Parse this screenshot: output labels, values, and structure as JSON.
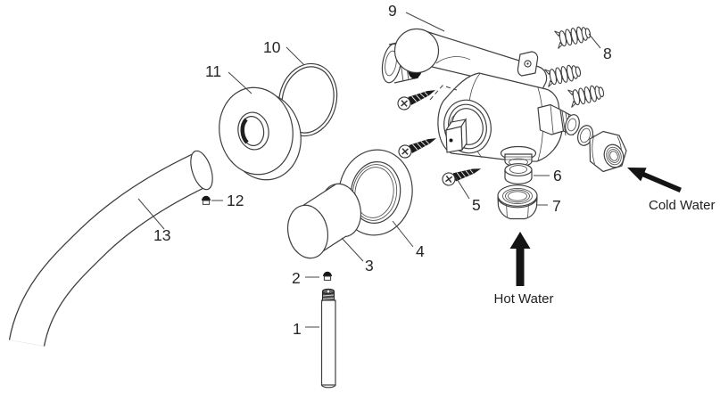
{
  "diagram_type": "exploded-parts-diagram",
  "parts": [
    {
      "number": "1"
    },
    {
      "number": "2"
    },
    {
      "number": "3"
    },
    {
      "number": "4"
    },
    {
      "number": "5"
    },
    {
      "number": "6"
    },
    {
      "number": "7"
    },
    {
      "number": "8"
    },
    {
      "number": "9"
    },
    {
      "number": "10"
    },
    {
      "number": "11"
    },
    {
      "number": "12"
    },
    {
      "number": "13"
    }
  ],
  "annotations": {
    "hot_water": "Hot Water",
    "cold_water": "Cold Water"
  },
  "colors": {
    "background": "#ffffff",
    "line": "#3f3f3f",
    "arrow": "#101010",
    "label": "#262626",
    "seal_band": "#141414"
  }
}
